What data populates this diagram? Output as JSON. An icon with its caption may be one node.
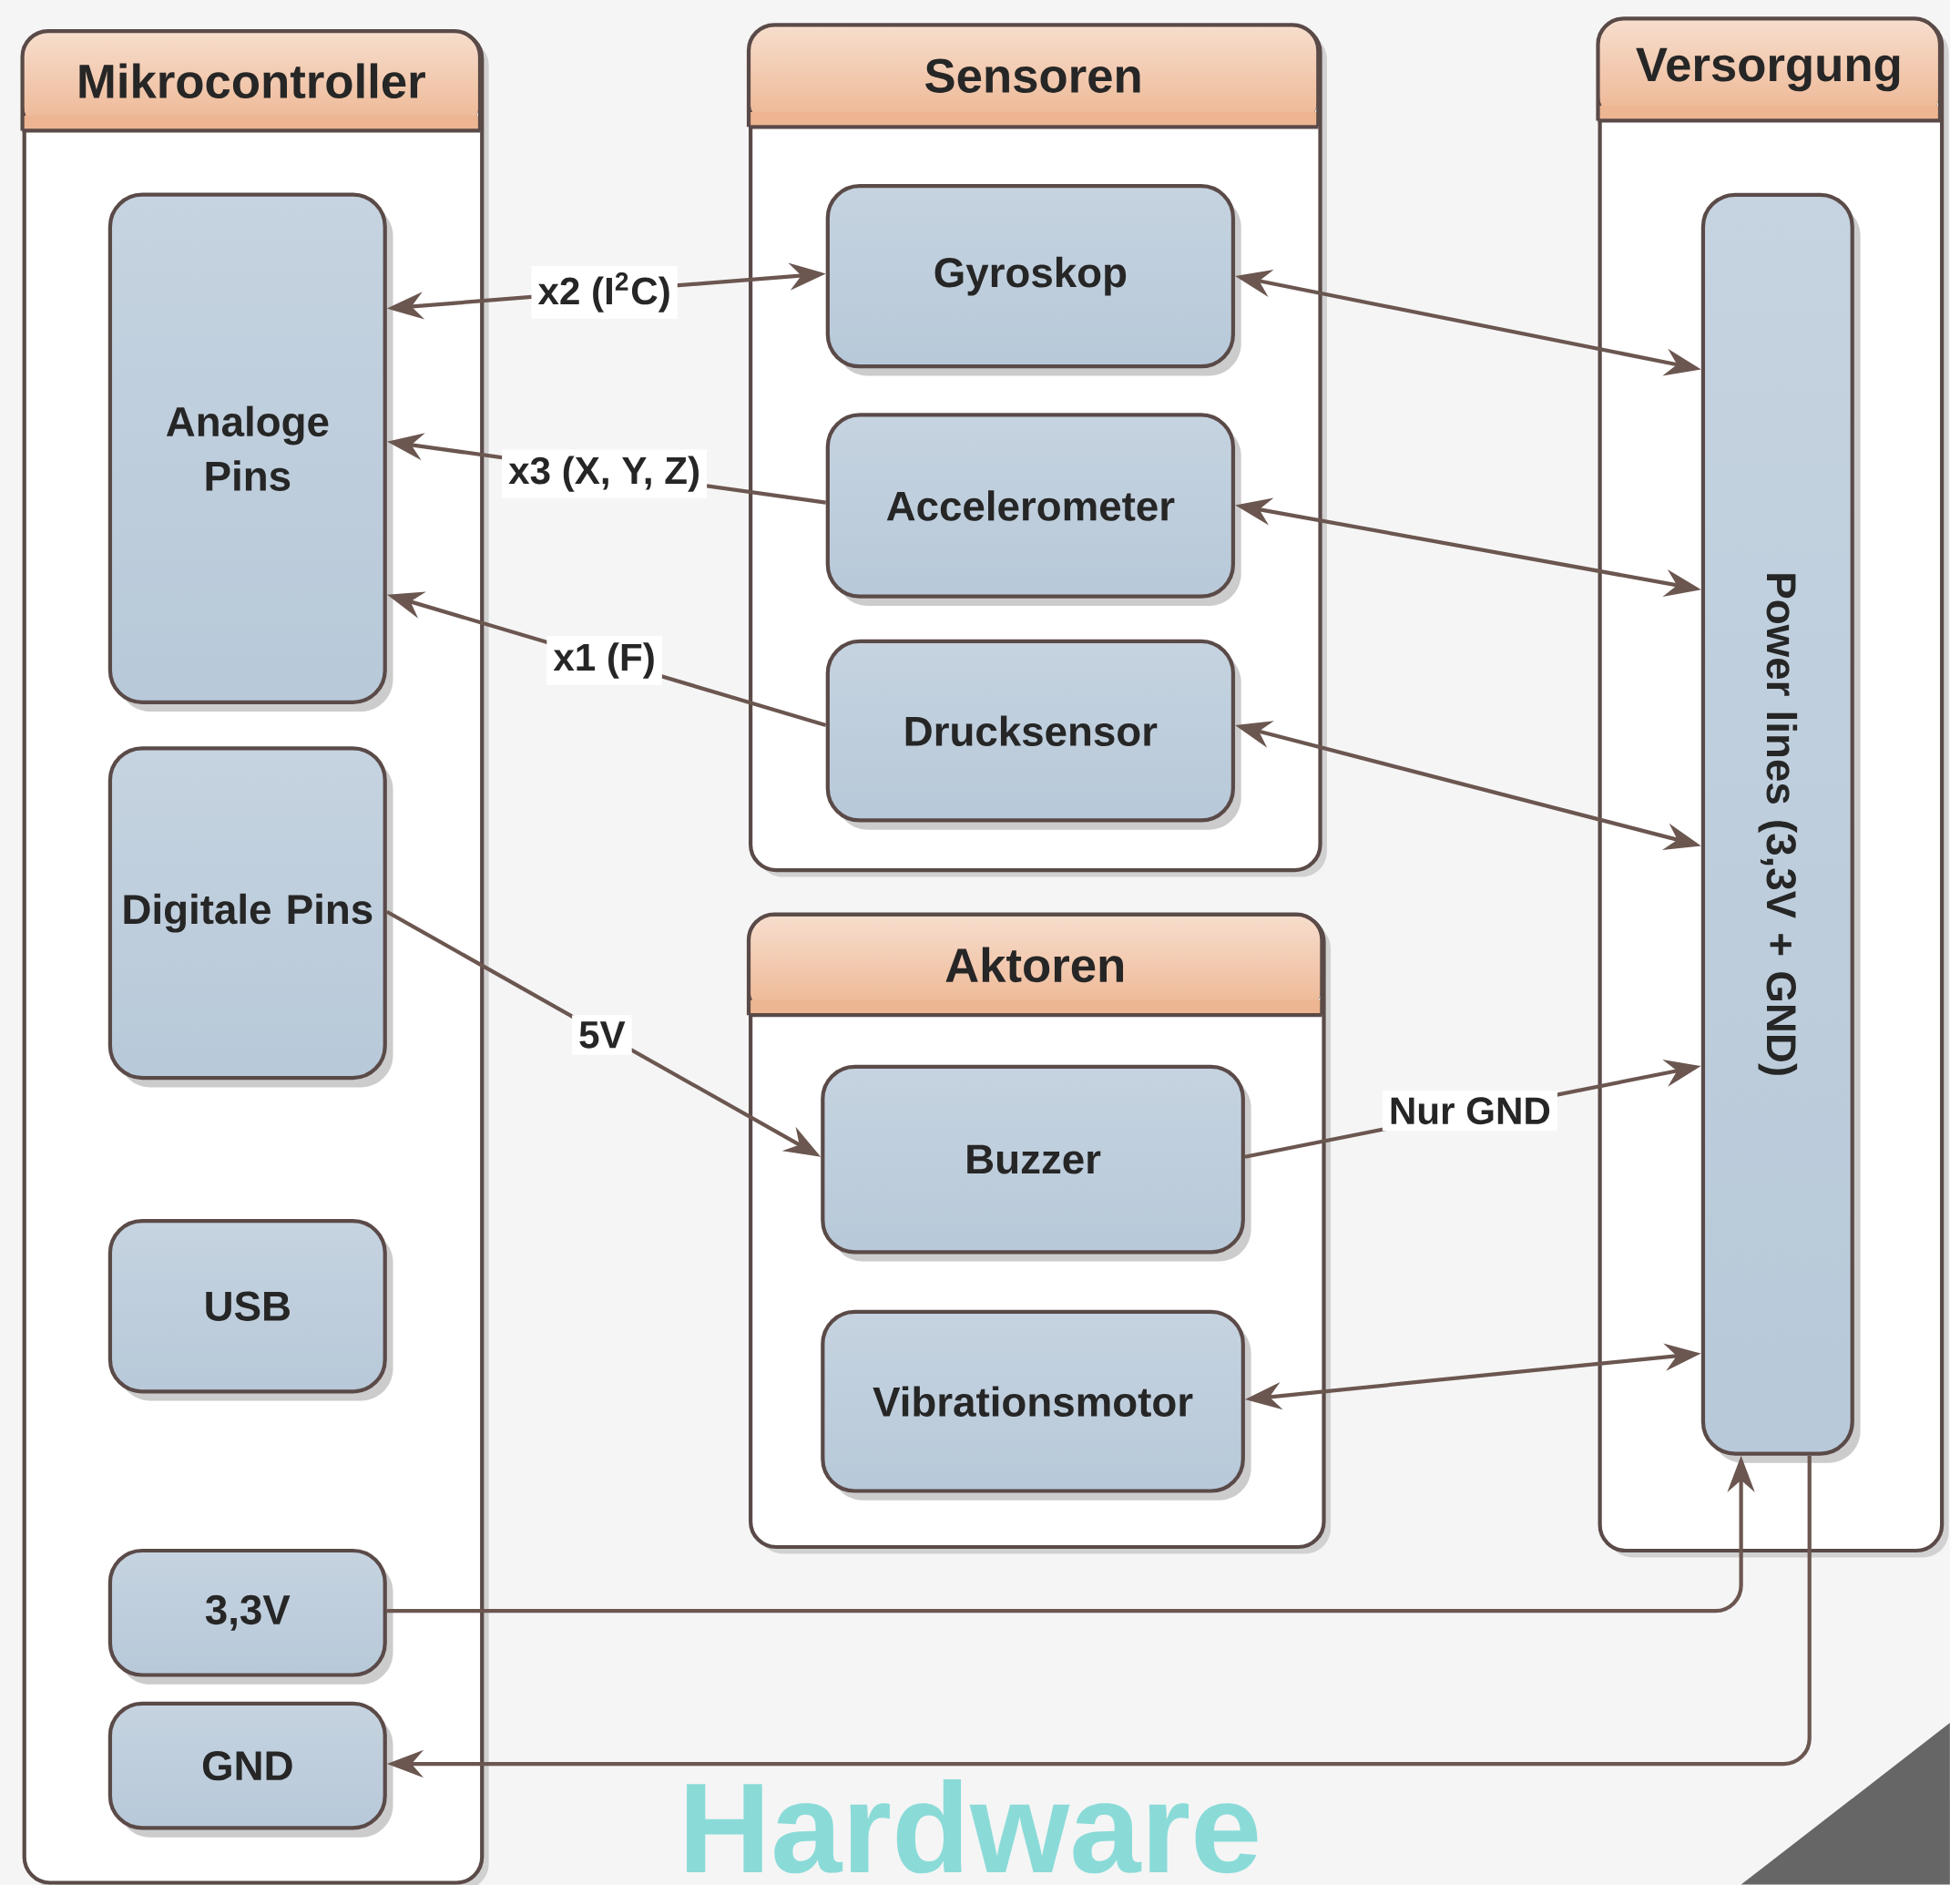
{
  "diagram": {
    "nodes": [
      {
        "text": [
          "Mikrocontroller"
        ]
      },
      {
        "text": [
          "Analoge Pins"
        ],
        "in": 0
      },
      {
        "text": [
          "Digitale Pins"
        ],
        "in": 0
      },
      {
        "text": [
          "USB"
        ],
        "in": 0
      },
      {
        "text": [
          "3,3V"
        ],
        "in": 0
      },
      {
        "text": [
          "GND"
        ],
        "in": 0
      },
      {
        "text": [
          "Sensoren"
        ]
      },
      {
        "text": [
          "Gyroskop"
        ],
        "in": 6
      },
      {
        "text": [
          "Accelerometer"
        ],
        "in": 6
      },
      {
        "text": [
          "Drucksensor"
        ],
        "in": 6
      },
      {
        "text": [
          "Aktoren"
        ]
      },
      {
        "text": [
          "Buzzer"
        ],
        "in": 10
      },
      {
        "text": [
          "Vibrationsmotor"
        ],
        "in": 10
      },
      {
        "text": [
          "Versorgung"
        ]
      },
      {
        "text": [
          "Power lines (3,3V + GND)"
        ],
        "in": 13
      }
    ],
    "edges": [
      {
        "from": 1,
        "to": 7,
        "arrow": "both",
        "label": "x2 (I$^{2}$C)"
      },
      {
        "from": 8,
        "to": 1,
        "arrow": "to",
        "label": "x3 (X, Y, Z)"
      },
      {
        "from": 9,
        "to": 1,
        "arrow": "to",
        "label": "x1 (F)"
      },
      {
        "from": 7,
        "to": 14,
        "arrow": "both"
      },
      {
        "from": 8,
        "to": 14,
        "arrow": "both"
      },
      {
        "from": 9,
        "to": 14,
        "arrow": "both"
      },
      {
        "from": 2,
        "to": 11,
        "arrow": "to",
        "label": "5V"
      },
      {
        "from": 11,
        "to": 14,
        "arrow": "to",
        "label": "Nur GND"
      },
      {
        "from": 12,
        "to": 14,
        "arrow": "both"
      },
      {
        "from": 4,
        "to": 14,
        "arrow": "to"
      },
      {
        "from": 14,
        "to": 5,
        "arrow": "to"
      }
    ],
    "labels": [
      "Hardware"
    ]
  }
}
